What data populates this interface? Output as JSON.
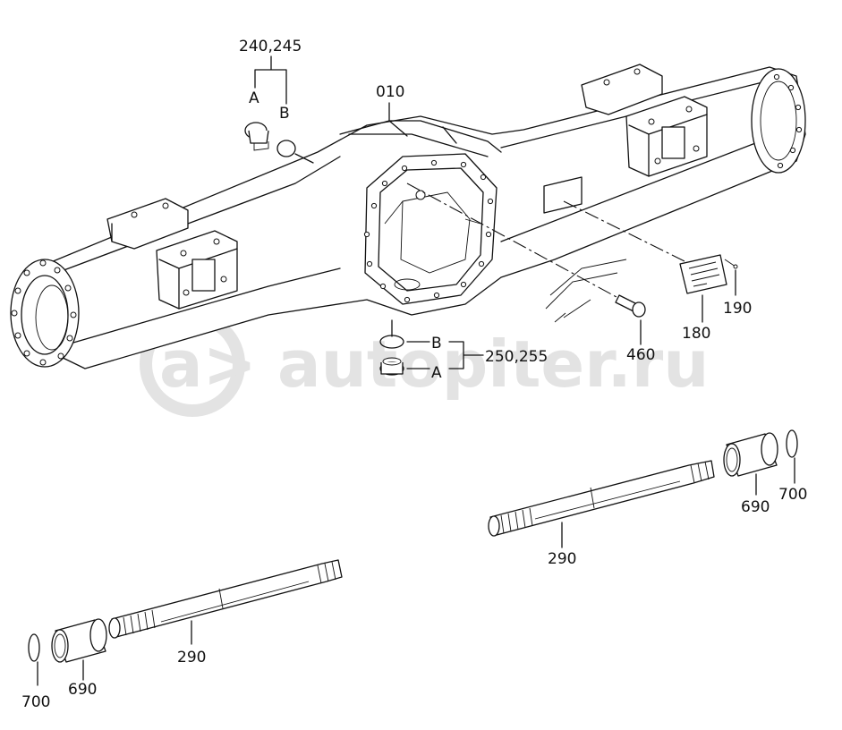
{
  "watermark": {
    "text": "autopiter.ru",
    "logo_glyph": "a>"
  },
  "parts": {
    "housing": "010",
    "plug_a_ring_b_top": "240,245",
    "plug_a_ring_b_bottom": "250,255",
    "bolt": "460",
    "nameplate": "180",
    "rivet": "190",
    "shaft_right": "290",
    "shaft_left": "290",
    "bushing_right": "690",
    "bushing_left": "690",
    "snap_ring_right": "700",
    "snap_ring_left": "700"
  },
  "callouts": {
    "top_a": "A",
    "top_b": "B",
    "bottom_a": "A",
    "bottom_b": "B"
  },
  "colors": {
    "line": "#111111",
    "watermark": "#e3e3e3",
    "background": "#ffffff"
  }
}
